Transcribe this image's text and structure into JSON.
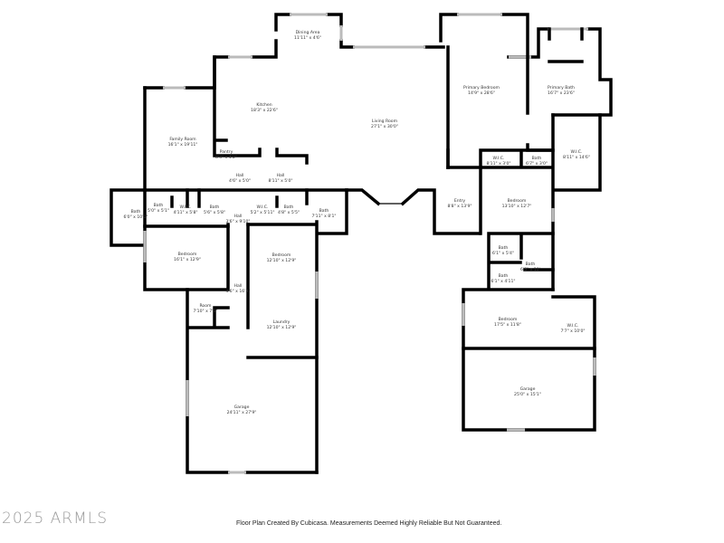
{
  "rooms": [
    {
      "name": "Dining Area",
      "size": "11'11\" x 4'6\""
    },
    {
      "name": "Kitchen",
      "size": "18'3\" x 22'6\""
    },
    {
      "name": "Living Room",
      "size": "27'1\" x 30'0\""
    },
    {
      "name": "Family Room",
      "size": "16'1\" x 19'11\""
    },
    {
      "name": "Pantry",
      "size": "8'3\" x 4'2\""
    },
    {
      "name": "Hall",
      "size": "4'6\" x 5'0\""
    },
    {
      "name": "Hall",
      "size": "8'11\" x 5'0\""
    },
    {
      "name": "Bath",
      "size": "5'0\" x 5'1\""
    },
    {
      "name": "W.I.C.",
      "size": "4'11\" x 5'8\""
    },
    {
      "name": "Bath",
      "size": "5'6\" x 5'8\""
    },
    {
      "name": "Bath",
      "size": "6'0\" x 10'1\""
    },
    {
      "name": "Hall",
      "size": "3'6\" x 9'10\""
    },
    {
      "name": "W.I.C.",
      "size": "5'2\" x 5'11\""
    },
    {
      "name": "Bath",
      "size": "4'8\" x 5'5\""
    },
    {
      "name": "Bath",
      "size": "7'11\" x 8'1\""
    },
    {
      "name": "Bedroom",
      "size": "16'1\" x 12'9\""
    },
    {
      "name": "Bedroom",
      "size": "12'10\" x 12'9\""
    },
    {
      "name": "Hall",
      "size": "3'6\" x 16'3\""
    },
    {
      "name": "Room",
      "size": "7'10\" x 7'5\""
    },
    {
      "name": "Laundry",
      "size": "12'10\" x 12'9\""
    },
    {
      "name": "Garage",
      "size": "24'11\" x 27'9\""
    },
    {
      "name": "Primary Bedroom",
      "size": "14'9\" x 28'6\""
    },
    {
      "name": "Primary Bath",
      "size": "16'7\" x 23'6\""
    },
    {
      "name": "W.I.C.",
      "size": "8'11\" x 3'0\""
    },
    {
      "name": "Bath",
      "size": "6'7\" x 3'0\""
    },
    {
      "name": "W.I.C.",
      "size": "8'11\" x 14'6\""
    },
    {
      "name": "Entry",
      "size": "8'8\" x 13'9\""
    },
    {
      "name": "Bedroom",
      "size": "13'10\" x 12'7\""
    },
    {
      "name": "Bath",
      "size": "6'1\" x 5'4\""
    },
    {
      "name": "Bath",
      "size": "6'5\" x 10'"
    },
    {
      "name": "Bath",
      "size": "6'1\" x 4'11\""
    },
    {
      "name": "Bedroom",
      "size": "17'5\" x 11'8\""
    },
    {
      "name": "W.I.C.",
      "size": "7'7\" x 10'0\""
    },
    {
      "name": "Garage",
      "size": "25'0\" x 15'1\""
    }
  ],
  "watermark": "2025 ARMLS",
  "footer": "Floor Plan Created By Cubicasa. Measurements Deemed Highly Reliable But Not Guaranteed."
}
